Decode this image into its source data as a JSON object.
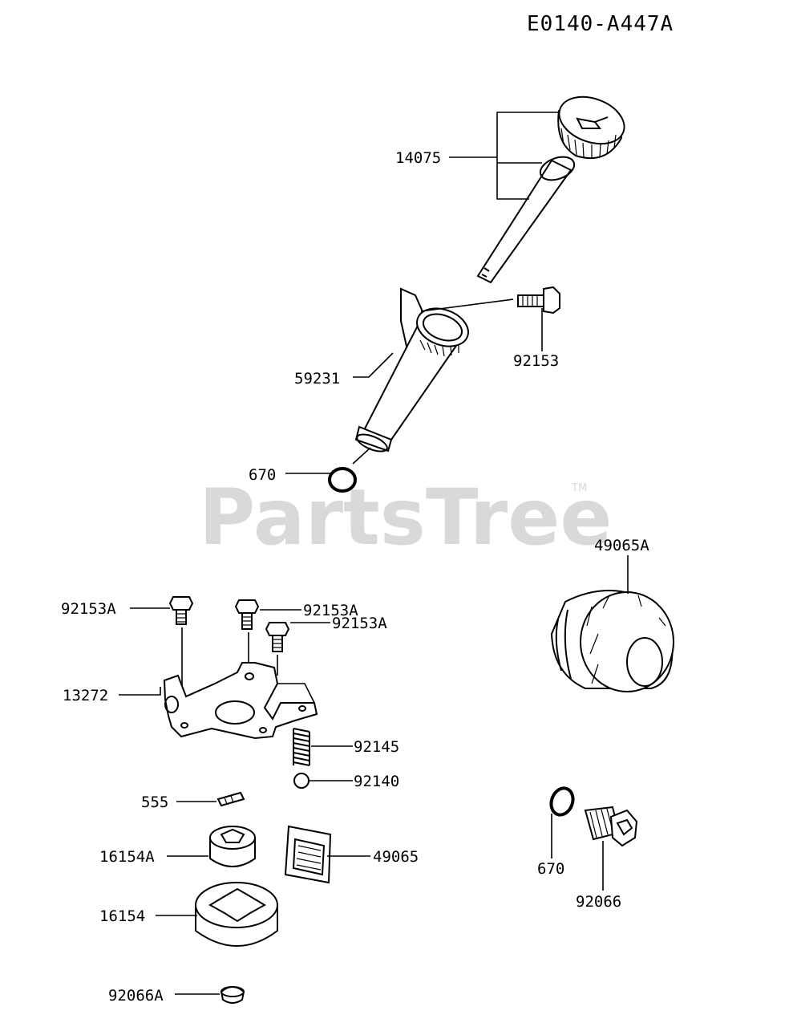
{
  "diagram": {
    "code": "E0140-A447A",
    "watermark": "PartsTree",
    "trademark": "TM",
    "labels": {
      "p14075": "14075",
      "p59231": "59231",
      "p92153": "92153",
      "p670_upper": "670",
      "p49065A": "49065A",
      "p92153A_left": "92153A",
      "p92153A_top": "92153A",
      "p92153A_right": "92153A",
      "p13272": "13272",
      "p92145": "92145",
      "p92140": "92140",
      "p555": "555",
      "p16154A": "16154A",
      "p49065": "49065",
      "p16154": "16154",
      "p92066A": "92066A",
      "p670_lower": "670",
      "p92066": "92066"
    }
  }
}
